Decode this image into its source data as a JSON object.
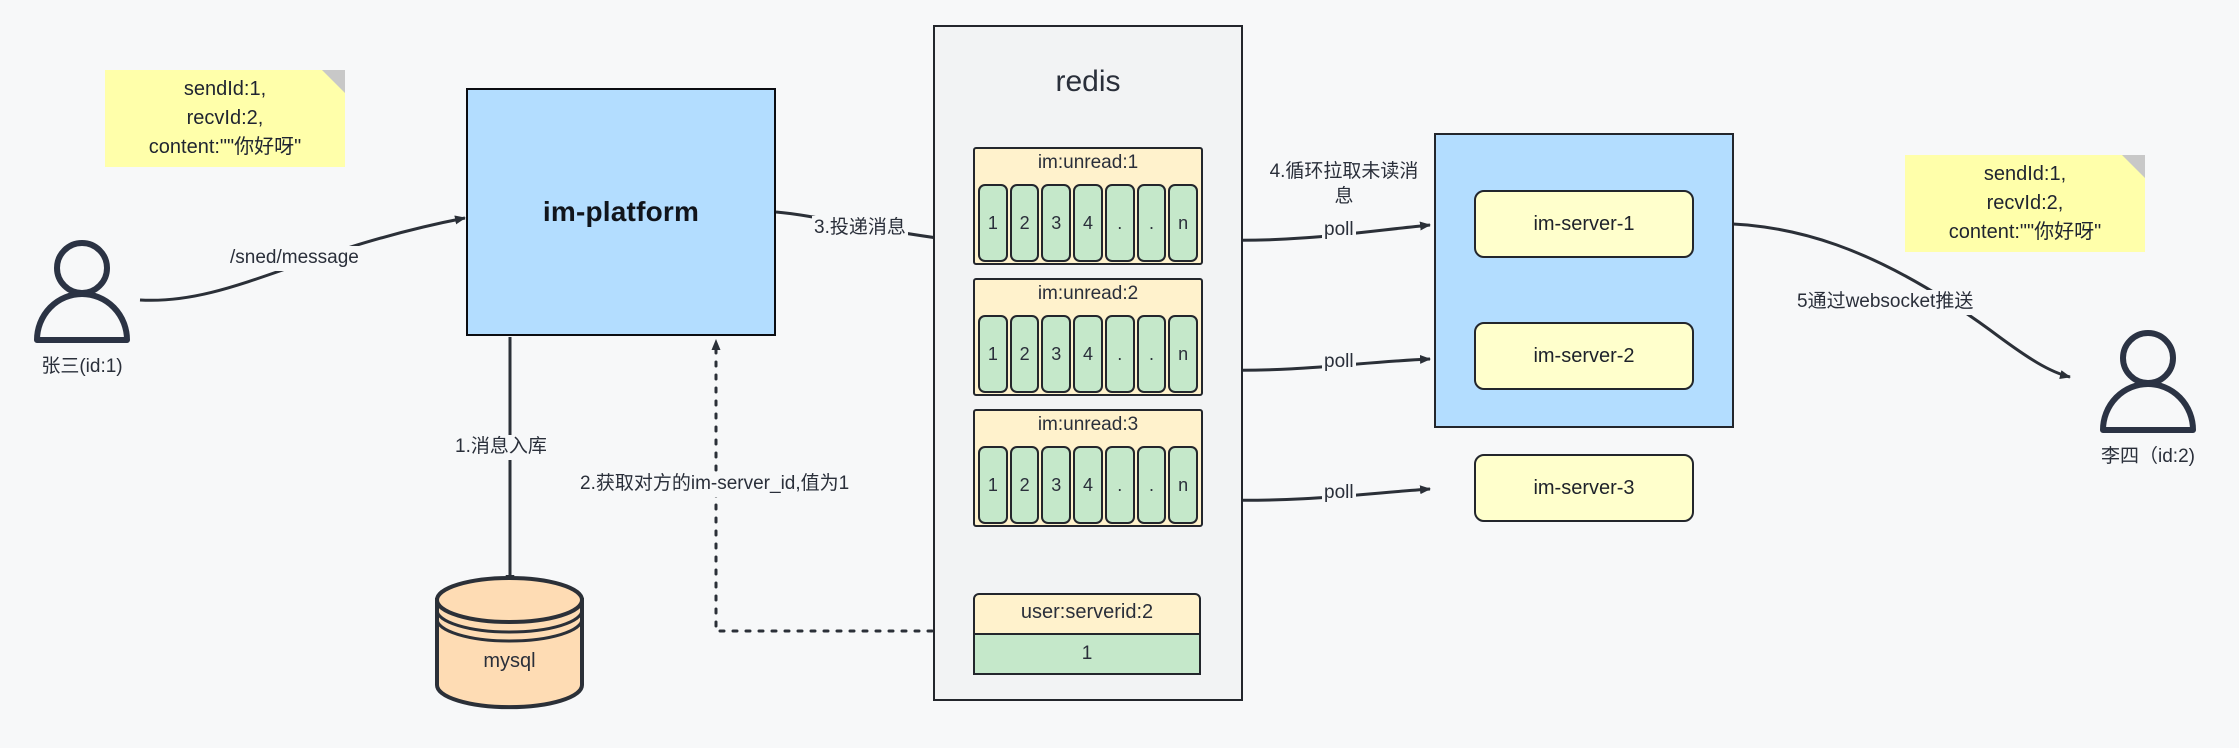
{
  "diagram": {
    "title_hint": "IM message delivery architecture",
    "colors": {
      "background": "#f7f8f9",
      "note_yellow": "#ffffaa",
      "box_blue": "#b3ddff",
      "key_yellow": "#fff2cc",
      "cell_green": "#c5e8ca",
      "server_yellow": "#ffffcc",
      "db_orange": "#fedcb4",
      "stroke": "#23262c"
    }
  },
  "notes": {
    "left": "sendId:1,\nrecvId:2,\ncontent:\"\"你好呀\"",
    "right": "sendId:1,\nrecvId:2,\ncontent:\"\"你好呀\""
  },
  "actors": {
    "sender": "张三(id:1)",
    "receiver": "李四（id:2)"
  },
  "platform": {
    "label": "im-platform"
  },
  "database": {
    "label": "mysql"
  },
  "redis": {
    "title": "redis",
    "keys": [
      {
        "name": "im:unread:1",
        "cells": [
          "1",
          "2",
          "3",
          "4",
          ".",
          ".",
          "n"
        ]
      },
      {
        "name": "im:unread:2",
        "cells": [
          "1",
          "2",
          "3",
          "4",
          ".",
          ".",
          "n"
        ]
      },
      {
        "name": "im:unread:3",
        "cells": [
          "1",
          "2",
          "3",
          "4",
          ".",
          ".",
          "n"
        ]
      }
    ],
    "kv": {
      "name": "user:serverid:2",
      "value": "1"
    }
  },
  "server_cluster": {
    "servers": [
      {
        "label": "im-server-1"
      },
      {
        "label": "im-server-2"
      },
      {
        "label": "im-server-3"
      }
    ]
  },
  "edges": {
    "send_message": "/sned/message",
    "step1": "1.消息入库",
    "step2": "2.获取对方的im-server_id,值为1",
    "step3": "3.投递消息",
    "step4": "4.循环拉取未读消\n息",
    "poll1": "poll",
    "poll2": "poll",
    "poll3": "poll",
    "step5": "5通过websocket推送"
  }
}
